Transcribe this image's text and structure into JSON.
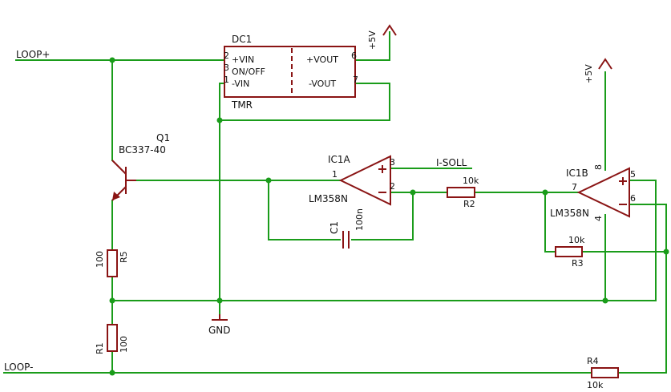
{
  "nets": {
    "loop_plus": "LOOP+",
    "loop_minus": "LOOP-",
    "gnd": "GND",
    "i_soll": "I-SOLL",
    "vcc_1": "+5V",
    "vcc_2": "+5V"
  },
  "dc1": {
    "name": "DC1",
    "value": "TMR",
    "pins": {
      "vin_plus": "+VIN",
      "on_off": "ON/OFF",
      "vin_minus": "-VIN",
      "vout_plus": "+VOUT",
      "vout_minus": "-VOUT",
      "n2": "2",
      "n3": "3",
      "n1": "1",
      "n6": "6",
      "n7": "7"
    }
  },
  "q1": {
    "name": "Q1",
    "value": "BC337-40"
  },
  "ic1a": {
    "name": "IC1A",
    "value": "LM358N",
    "pins": {
      "out": "1",
      "plus": "3",
      "minus": "2"
    }
  },
  "ic1b": {
    "name": "IC1B",
    "value": "LM358N",
    "pins": {
      "out": "7",
      "plus": "5",
      "minus": "6",
      "vcc": "8",
      "gnd": "4"
    }
  },
  "c1": {
    "name": "C1",
    "value": "100n"
  },
  "r1": {
    "name": "R1",
    "value": "100"
  },
  "r2": {
    "name": "R2",
    "value": "10k"
  },
  "r3": {
    "name": "R3",
    "value": "10k"
  },
  "r4": {
    "name": "R4",
    "value": "10k"
  },
  "r5": {
    "name": "R5",
    "value": "100"
  }
}
